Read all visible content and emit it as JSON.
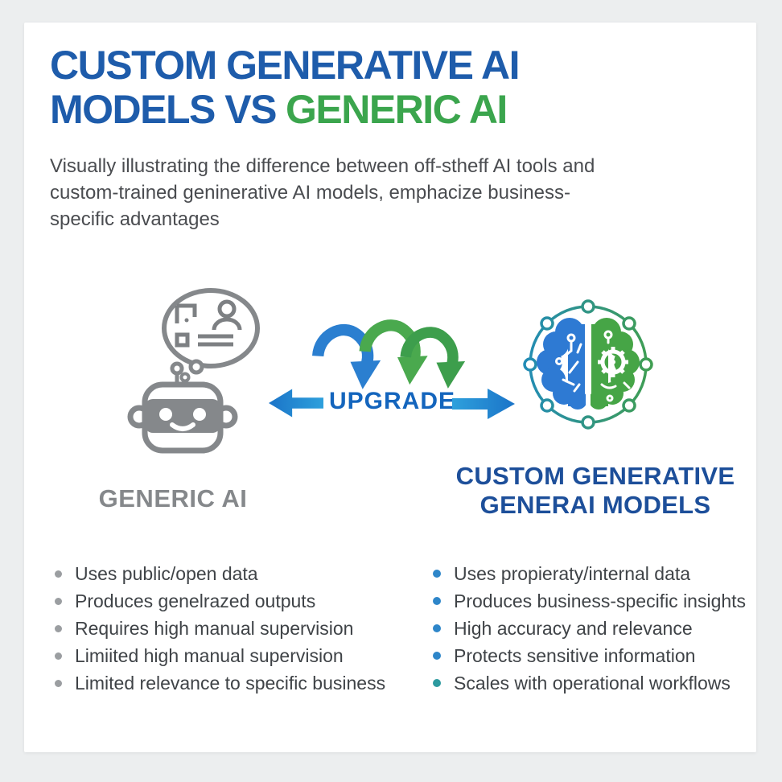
{
  "header": {
    "title_line1": "CUSTOM GENERATIVE AI",
    "title_line2_blue": "MODELS VS",
    "title_line2_green": "GENERIC AI",
    "subtitle": "Visually illustrating the difference between off-stheff AI tools and custom-trained geninerative AI models, emphacize business-specific advantages"
  },
  "figure": {
    "upgrade_label": "UPGRADE",
    "left_icon": "generic-ai-robot-with-thought-bubble",
    "middle_icons": [
      "swoosh-arrow-blue",
      "swoosh-arrow-green",
      "swoosh-arrow-green",
      "left-arrow",
      "right-arrow"
    ],
    "right_icon": "split-brain-circuit-gear-in-node-ring"
  },
  "columns": {
    "left": {
      "label": "GENERIC AI",
      "items": [
        "Uses public/open data",
        "Produces genelrazed outputs",
        "Requires high manual supervision",
        "Limiited high manual supervision",
        "Limited relevance to specific business"
      ]
    },
    "right": {
      "label_line1": "CUSTOM GENERATIVE",
      "label_line2": "GENERAI MODELS",
      "items": [
        "Uses propieraty/internal data",
        "Produces business-specific insights",
        "High accuracy and relevance",
        "Protects sensitive information",
        "Scales with operational workflows"
      ]
    }
  },
  "colors": {
    "background": "#eceeef",
    "card": "#ffffff",
    "title_blue": "#1e5cab",
    "title_green": "#3ba54d",
    "subtitle_text": "#4a4c50",
    "robot_gray": "#85888b",
    "upgrade_text": "#1465bd",
    "straight_arrow_blue": "#2187ce",
    "swoosh_blue": "#2b7fd0",
    "swoosh_green": "#4aa94e",
    "brain_left_blue": "#2e7ad3",
    "brain_right_green": "#46a546",
    "generic_label_gray": "#85888b",
    "custom_label_blue": "#1d4f9a",
    "left_bullet_gray": "#9b9ea1",
    "right_bullet_blue": "#2e86c9",
    "right_bullet_last_teal": "#2d9a9f",
    "list_text": "#3f4347"
  }
}
